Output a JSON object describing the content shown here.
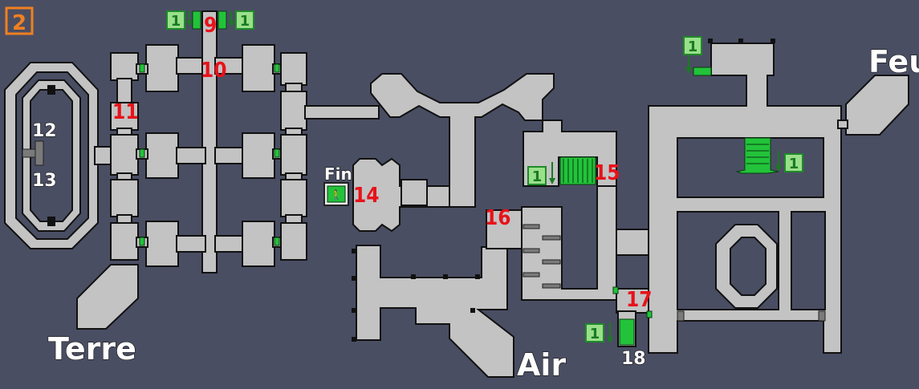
{
  "level_badge": "2",
  "zones": {
    "terre": "Terre",
    "air": "Air",
    "feu": "Feu"
  },
  "fin_label": "Fin",
  "room_numbers": [
    "9",
    "10",
    "11",
    "12",
    "13",
    "14",
    "15",
    "16",
    "17",
    "18"
  ],
  "stair_badge": "1",
  "colors": {
    "background": "#4a4e63",
    "floor": "#c3c3c3",
    "wall": "#111111",
    "door": "#22c33a",
    "number": "#e8121a",
    "badge": "#f08020"
  }
}
